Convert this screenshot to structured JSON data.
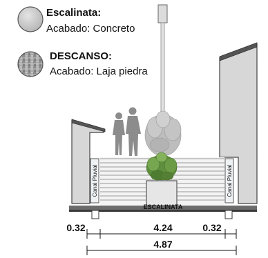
{
  "legend": {
    "items": [
      {
        "swatch": "plain-grey-circle",
        "title": "Escalinata:",
        "subtitle": "Acabado: Concreto",
        "color": "#c8c8c8"
      },
      {
        "swatch": "stone-texture-circle",
        "title": "DESCANSO:",
        "subtitle": "Acabado: Laja piedra",
        "color": "#9a9a9a"
      }
    ]
  },
  "section": {
    "base_label": "ESCALINATA",
    "left_channel_label": "Canal Pluvial",
    "right_channel_label": "Canal Pluvial"
  },
  "dimensions": {
    "left_gap": "0.32",
    "center_width": "4.24",
    "right_gap": "0.32",
    "total_width": "4.87"
  },
  "colors": {
    "wall_fill": "#d7d7d7",
    "wall_stroke": "#444444",
    "slab": "#6b6b6b",
    "channel": "#eef2f5",
    "people": "#8c8c8c",
    "tree_crown": "#b9b9b9",
    "shrub": "#5f8f3e",
    "lamp": "#d9d9d9"
  }
}
